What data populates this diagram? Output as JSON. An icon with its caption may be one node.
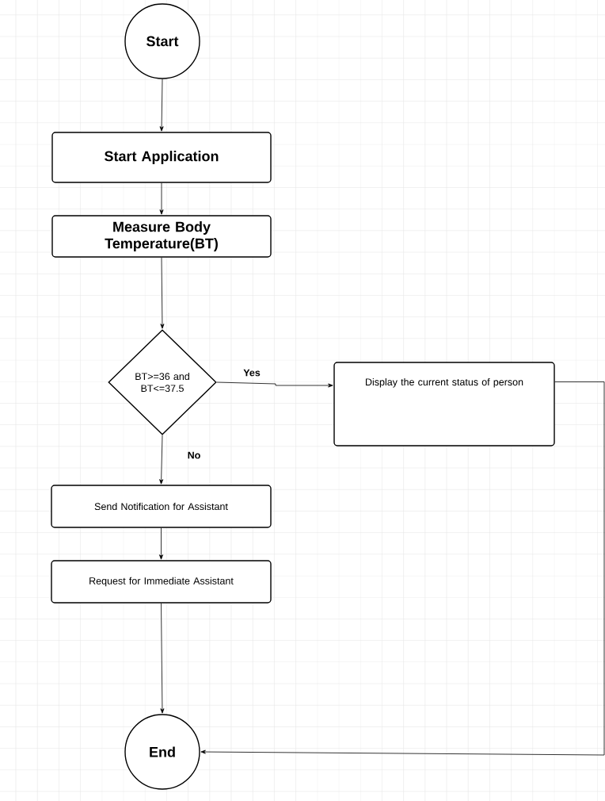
{
  "diagram": {
    "nodes": [
      {
        "text": [
          "Start"
        ]
      },
      {
        "text": [
          "Start Application"
        ]
      },
      {
        "text": [
          "Measure Body Temperature(BT)"
        ]
      },
      {
        "text": [
          "BT>=36 and BT<=37.5"
        ]
      },
      {
        "text": [
          "Display the current status of person"
        ]
      },
      {
        "text": [
          "Send Notification for Assistant"
        ]
      },
      {
        "text": [
          "Request for Immediate Assistant"
        ]
      },
      {
        "text": [
          "End"
        ]
      }
    ],
    "edges": [
      {
        "from": 0,
        "to": 1,
        "arrow": "to"
      },
      {
        "from": 1,
        "to": 2,
        "arrow": "to"
      },
      {
        "from": 2,
        "to": 3,
        "arrow": "to"
      },
      {
        "from": 3,
        "to": 4,
        "arrow": "to",
        "label": "Yes"
      },
      {
        "from": 3,
        "to": 5,
        "arrow": "to",
        "label": "No"
      },
      {
        "from": 5,
        "to": 6,
        "arrow": "to"
      },
      {
        "from": 6,
        "to": 7,
        "arrow": "to"
      },
      {
        "from": 4,
        "to": 7,
        "arrow": "to"
      }
    ]
  }
}
